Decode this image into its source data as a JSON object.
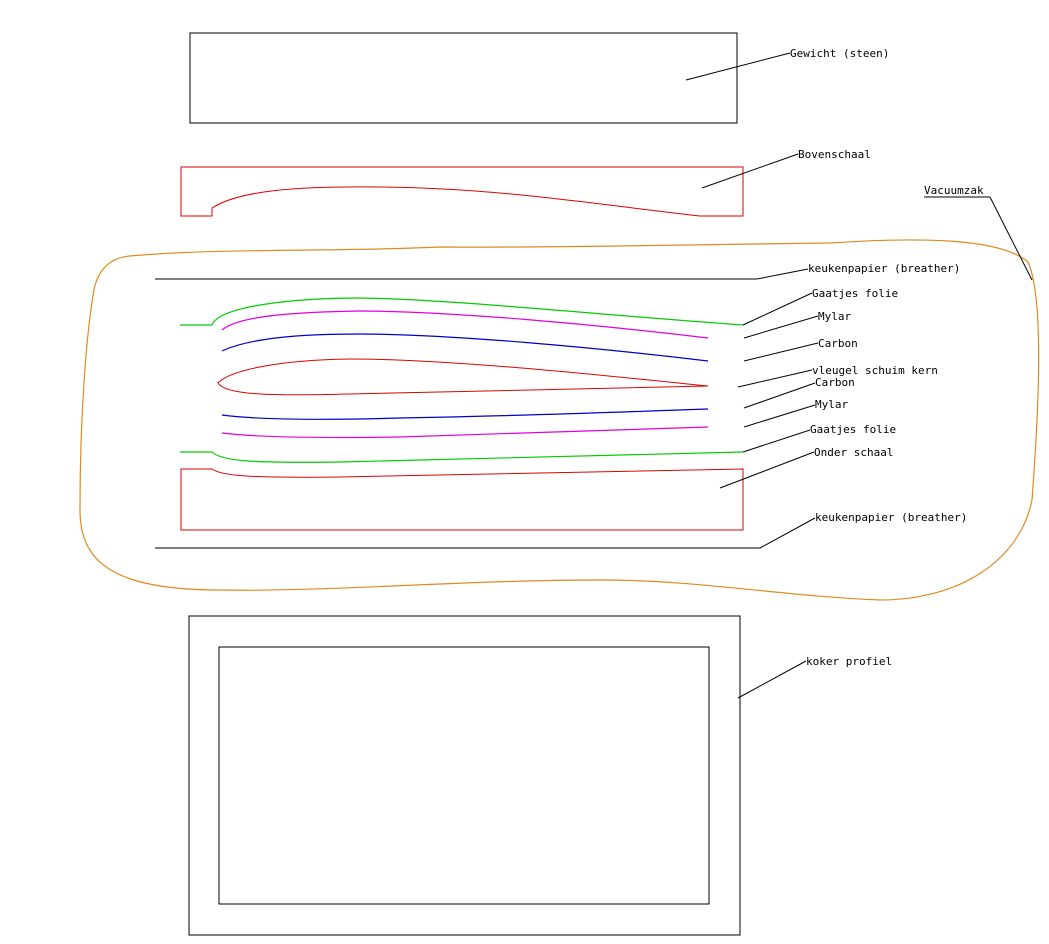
{
  "labels": {
    "weight": "Gewicht (steen)",
    "upper_mold": "Bovenschaal",
    "vacuum_bag": "Vacuumzak",
    "breather_top": "keukenpapier (breather)",
    "perforated_film_top": "Gaatjes folie",
    "mylar_top": "Mylar",
    "carbon_top": "Carbon",
    "foam_core": "vleugel schuim kern",
    "carbon_bottom": "Carbon",
    "mylar_bottom": "Mylar",
    "perforated_film_bottom": "Gaatjes folie",
    "lower_mold": "Onder schaal",
    "breather_bottom": "keukenpapier (breather)",
    "tube_profile": "koker profiel"
  },
  "colors": {
    "outline": "#000000",
    "mold": "#e00000",
    "perforated_film": "#00cc00",
    "mylar": "#e000e0",
    "carbon": "#0000c8",
    "vacuum_bag": "#e08a1e"
  }
}
